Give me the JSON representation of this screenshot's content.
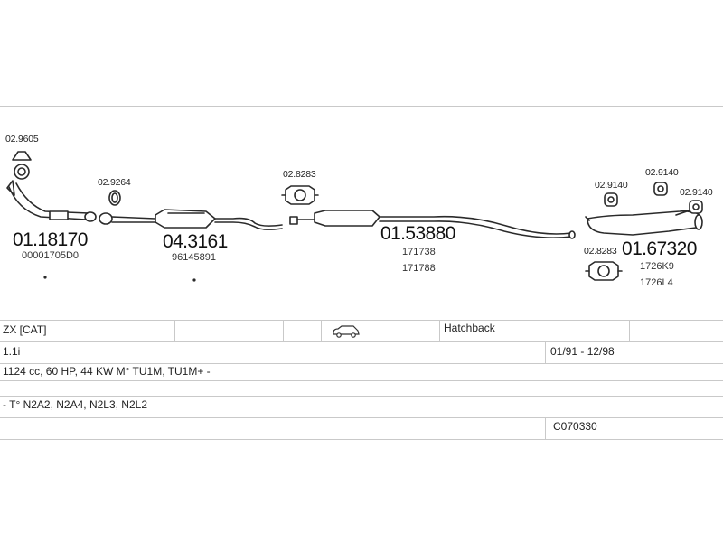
{
  "parts": {
    "clamp_top": "02.9605",
    "gasket_front": "02.9264",
    "mount_mid": "02.8283",
    "mount_rear_a": "02.9140",
    "mount_rear_b": "02.9140",
    "mount_rear_c": "02.9140",
    "mount_rear_lower": "02.8283",
    "downpipe_num": "01.18170",
    "downpipe_oem": "00001705D0",
    "catalyst_num": "04.3161",
    "catalyst_oem": "96145891",
    "middle_num": "01.53880",
    "middle_oem1": "171738",
    "middle_oem2": "171788",
    "rear_num": "01.67320",
    "rear_oem1": "1726K9",
    "rear_oem2": "1726L4"
  },
  "table": {
    "model": "ZX  [CAT]",
    "body_type": "Hatchback",
    "engine_size": "1.1i",
    "years": "01/91 - 12/98",
    "engine_details": "1124 cc, 60 HP, 44 KW M° TU1M, TU1M+ -",
    "type_codes": "- T° N2A2, N2A4, N2L3, N2L2",
    "catalog_code": "C070330"
  }
}
